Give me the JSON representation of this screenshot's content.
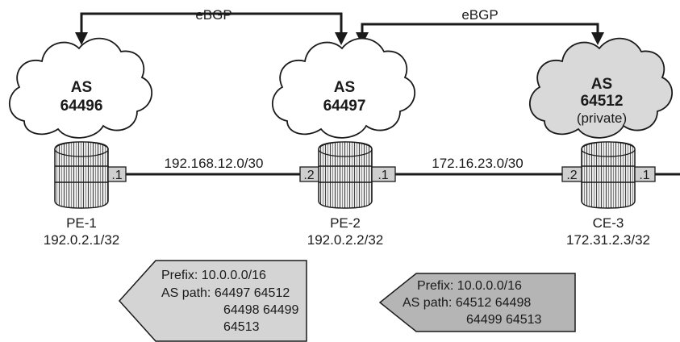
{
  "sessions": [
    {
      "label": "eBGP"
    },
    {
      "label": "eBGP"
    }
  ],
  "clouds": [
    {
      "line1": "AS",
      "line2": "64496",
      "line3": "",
      "fill": "#ffffff"
    },
    {
      "line1": "AS",
      "line2": "64497",
      "line3": "",
      "fill": "#ffffff"
    },
    {
      "line1": "AS",
      "line2": "64512",
      "line3": "(private)",
      "fill": "#d9d9d9"
    }
  ],
  "routers": [
    {
      "name": "PE-1",
      "address": "192.0.2.1/32"
    },
    {
      "name": "PE-2",
      "address": "192.0.2.2/32"
    },
    {
      "name": "CE-3",
      "address": "172.31.2.3/32"
    }
  ],
  "links": [
    {
      "subnet": "192.168.12.0/30",
      "left_if": ".1",
      "right_if": ".2"
    },
    {
      "subnet": "172.16.23.0/30",
      "left_if": ".1",
      "right_if": ".2"
    }
  ],
  "ce3_uplink_if": ".1",
  "advertisements": [
    {
      "fill": "#d4d4d4",
      "lines": [
        "Prefix: 10.0.0.0/16",
        "AS path: 64497 64512",
        "64498 64499",
        "64513"
      ]
    },
    {
      "fill": "#b5b5b5",
      "lines": [
        "Prefix: 10.0.0.0/16",
        "AS path: 64512 64498",
        "64499 64513"
      ]
    }
  ],
  "colors": {
    "line": "#1a1a1a",
    "router_body": "#ececec",
    "iface_box": "#cfcfcf"
  }
}
